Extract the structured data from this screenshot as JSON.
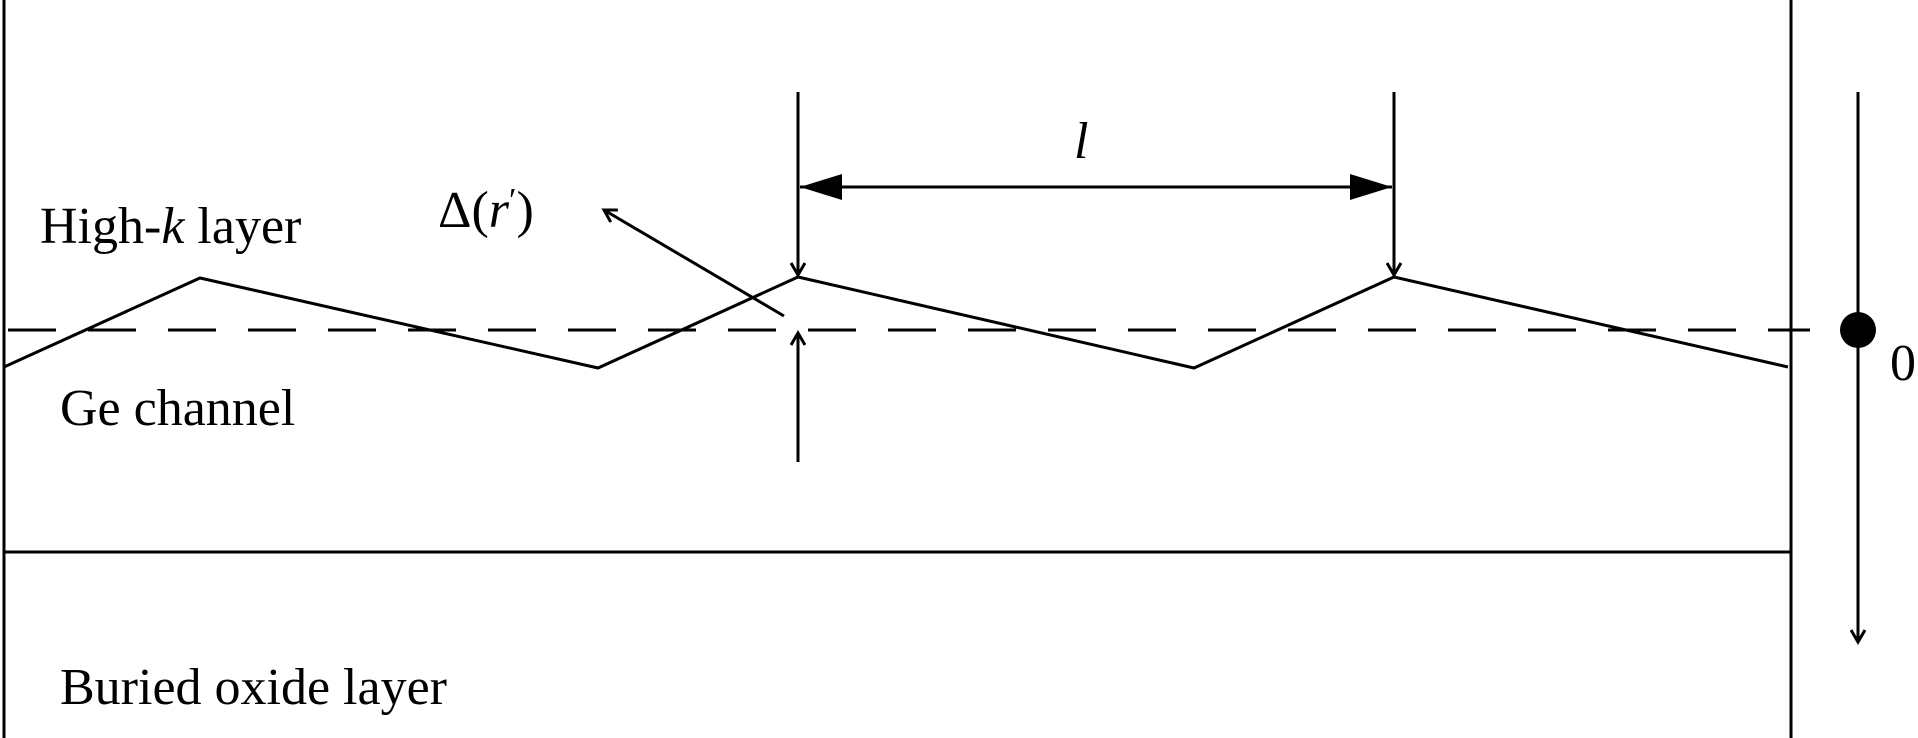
{
  "labels": {
    "high_k_prefix": "High-",
    "high_k_symbol": "k",
    "high_k_suffix": " layer",
    "delta_symbol": "Δ",
    "delta_open": "(",
    "delta_var": "r",
    "delta_prime": "′",
    "delta_close": ")",
    "length_symbol": "l",
    "ge_channel": "Ge channel",
    "buried_oxide": "Buried oxide layer",
    "origin": "0"
  },
  "colors": {
    "line": "#000000",
    "background": "#ffffff"
  }
}
